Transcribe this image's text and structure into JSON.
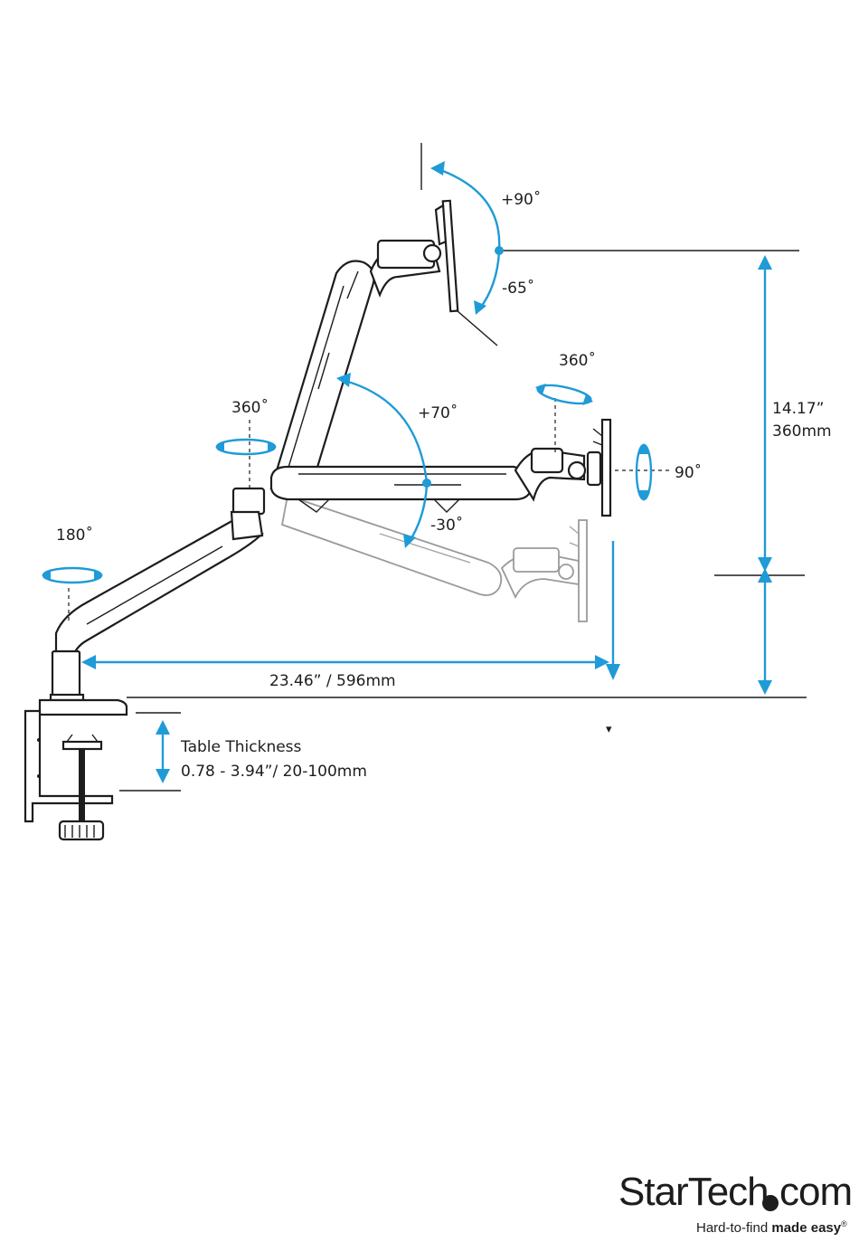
{
  "labels": {
    "tilt_up": "+90˚",
    "tilt_down": "-65˚",
    "swivel_top": "360˚",
    "arm_up": "+70˚",
    "swivel_mid": "360˚",
    "arm_down": "-30˚",
    "rotate": "90˚",
    "base_swivel": "180˚",
    "height_in": "14.17”",
    "height_mm": "360mm",
    "reach": "23.46” / 596mm",
    "table_title": "Table Thickness",
    "table_range": "0.78 - 3.94”/ 20-100mm",
    "marker": "▾"
  },
  "brand": {
    "name_a": "StarTech",
    "name_b": "com",
    "tag_light": "Hard-to-find ",
    "tag_bold": "made easy",
    "tag_mark": "®"
  },
  "colors": {
    "accent": "#1f9bd7",
    "line": "#1d1d1d",
    "ghost": "#9a9a9a"
  }
}
